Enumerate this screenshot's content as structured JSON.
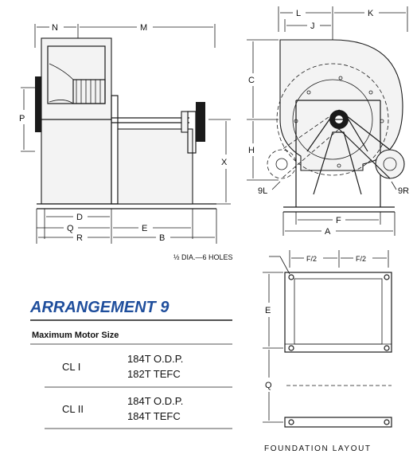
{
  "dimensions": {
    "N": "N",
    "M": "M",
    "L": "L",
    "K": "K",
    "J": "J",
    "P": "P",
    "C": "C",
    "H": "H",
    "X": "X",
    "D": "D",
    "Q": "Q",
    "E": "E",
    "R": "R",
    "B": "B",
    "F": "F",
    "A": "A",
    "nine_l": "9L",
    "nine_r": "9R",
    "half_f": "F/2"
  },
  "foundation": {
    "holes_note": "½ DIA.—6 HOLES",
    "label": "FOUNDATION LAYOUT",
    "E": "E",
    "Q": "Q"
  },
  "table": {
    "title": "ARRANGEMENT 9",
    "header": "Maximum Motor Size",
    "rows": [
      {
        "class": "CL I",
        "sizes": [
          "184T O.D.P.",
          "182T TEFC"
        ]
      },
      {
        "class": "CL II",
        "sizes": [
          "184T O.D.P.",
          "184T TEFC"
        ]
      }
    ]
  }
}
